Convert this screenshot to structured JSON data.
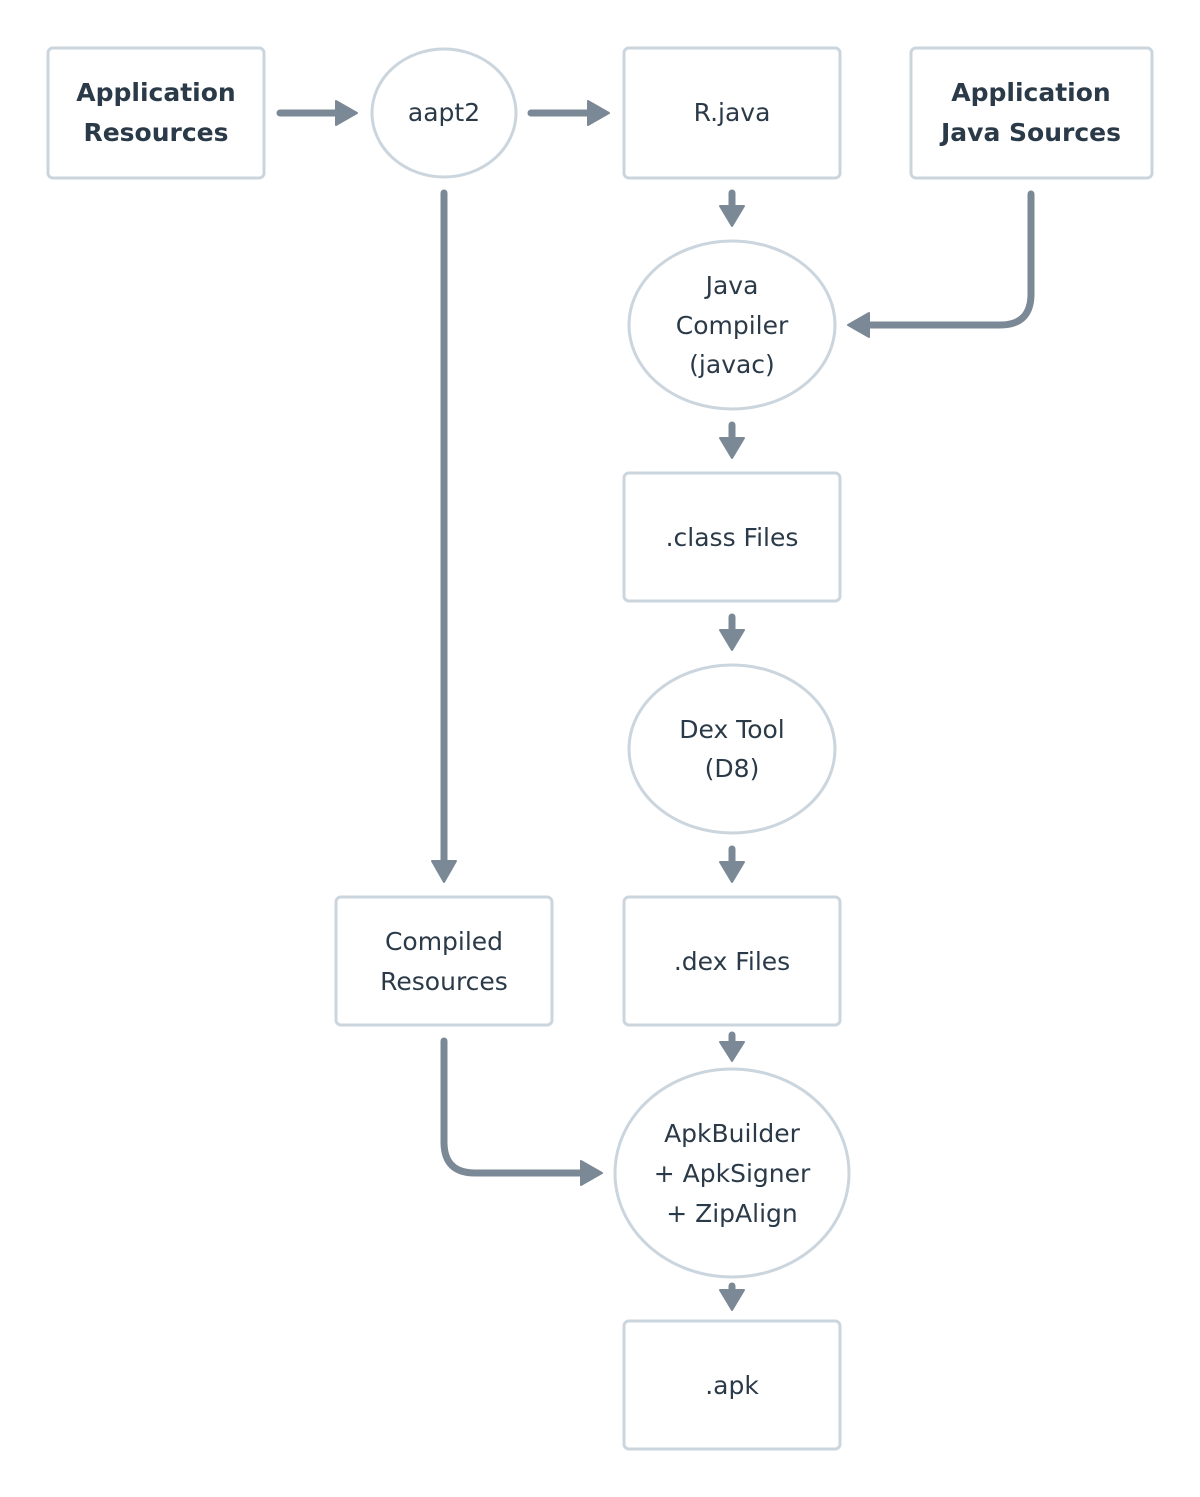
{
  "nodes": {
    "app_resources": {
      "lines": [
        "Application",
        "Resources"
      ]
    },
    "aapt2": {
      "lines": [
        "aapt2"
      ]
    },
    "r_java": {
      "lines": [
        "R.java"
      ]
    },
    "app_java_sources": {
      "lines": [
        "Application",
        "Java Sources"
      ]
    },
    "java_compiler": {
      "lines": [
        "Java",
        "Compiler",
        "(javac)"
      ]
    },
    "class_files": {
      "lines": [
        ".class Files"
      ]
    },
    "dex_tool": {
      "lines": [
        "Dex Tool",
        "(D8)"
      ]
    },
    "compiled_resources": {
      "lines": [
        "Compiled",
        "Resources"
      ]
    },
    "dex_files": {
      "lines": [
        ".dex Files"
      ]
    },
    "apk_builder": {
      "lines": [
        "ApkBuilder",
        "+ ApkSigner",
        "+ ZipAlign"
      ]
    },
    "apk": {
      "lines": [
        ".apk"
      ]
    }
  },
  "colors": {
    "node_border": "#cbd5de",
    "arrow": "#7b8896",
    "text": "#2b3a48"
  }
}
